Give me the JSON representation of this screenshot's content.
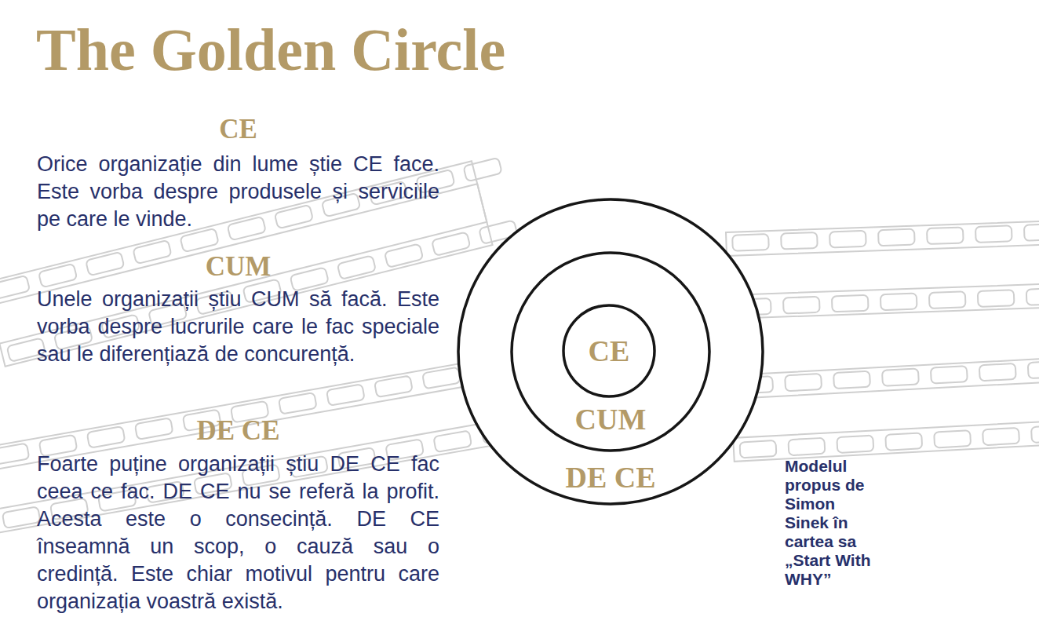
{
  "diagram": {
    "title": "The Golden Circle",
    "caption": "Modelul propus de Simon Sinek în cartea sa „Start With WHY”",
    "nodes": [
      {
        "text": [
          "DE CE"
        ]
      },
      {
        "text": [
          "CUM"
        ],
        "in": 0
      },
      {
        "text": [
          "CE"
        ],
        "in": 1
      }
    ],
    "labels": [
      "CE",
      "Orice organizație din lume știe CE face. Este vorba despre produsele și serviciile pe care le vinde.",
      "CUM",
      "Unele organizații știu CUM să facă. Este vorba despre lucrurile care le fac speciale sau le diferențiază de concurență.",
      "DE CE",
      "Foarte puține organizații știu DE CE fac ceea ce fac. DE CE nu se referă la profit. Acesta este o consecință. DE CE înseamnă un scop, o cauză sau o credință. Este chiar motivul pentru care organizația voastră există."
    ]
  }
}
